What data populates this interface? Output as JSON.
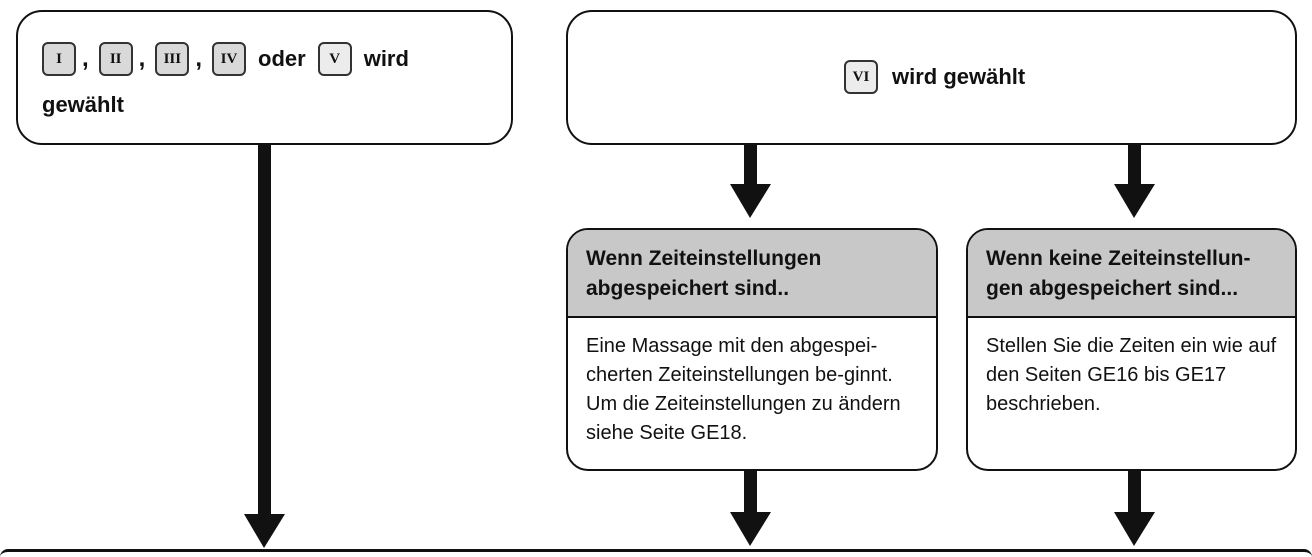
{
  "left_box": {
    "keys": [
      "I",
      "II",
      "III",
      "IV",
      "V"
    ],
    "separators": [
      ",",
      ",",
      ",",
      "oder"
    ],
    "after_keys": "wird",
    "line2": "gewählt"
  },
  "right_box": {
    "key": "VI",
    "text": "wird gewählt"
  },
  "case_saved": {
    "heading": "Wenn Zeiteinstellungen abgespeichert sind..",
    "body": "Eine Massage mit den abgespei-cherten Zeiteinstellungen be-ginnt. Um die Zeiteinstellungen zu ändern siehe Seite GE18."
  },
  "case_unsaved": {
    "heading": "Wenn keine Zeiteinstellun-gen abgespeichert sind...",
    "body": "Stellen Sie die Zeiten ein wie auf den Seiten GE16 bis GE17 beschrieben."
  }
}
